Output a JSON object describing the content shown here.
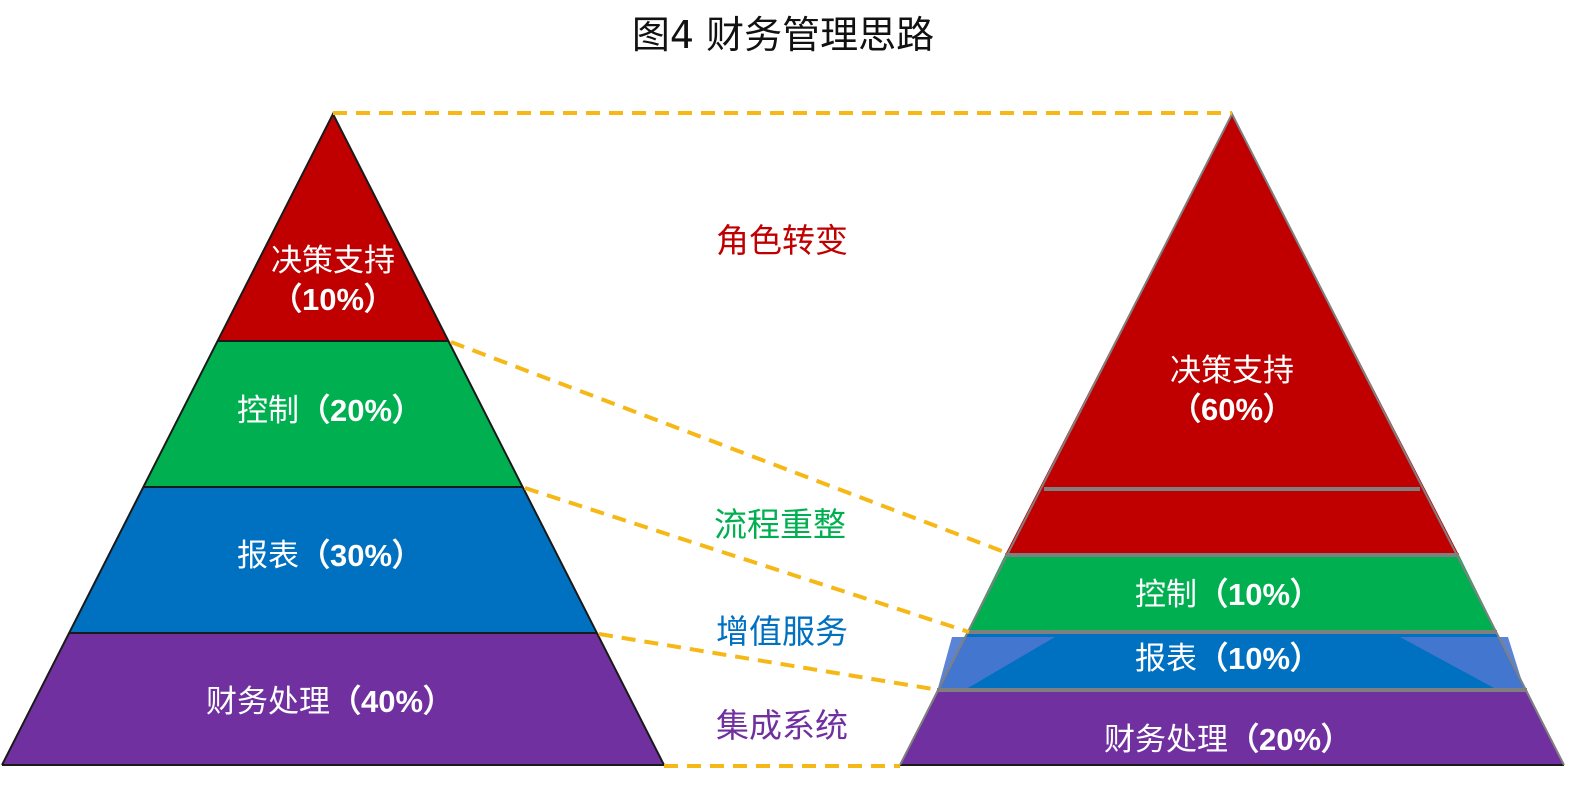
{
  "title": "图4  财务管理思路",
  "colors": {
    "decision": "#c00000",
    "control": "#00b050",
    "report": "#0070c0",
    "processing": "#7030a0",
    "guide": "#f5b816"
  },
  "left_pyramid": {
    "decision": {
      "name": "决策支持",
      "pct": "（10%）"
    },
    "control": {
      "name": "控制",
      "pct": "（20%）"
    },
    "report": {
      "name": "报表",
      "pct": "（30%）"
    },
    "processing": {
      "name": "财务处理",
      "pct": "（40%）"
    }
  },
  "right_pyramid": {
    "decision": {
      "name": "决策支持",
      "pct": "（60%）"
    },
    "control": {
      "name": "控制",
      "pct": "（10%）"
    },
    "report": {
      "name": "报表",
      "pct": "（10%）"
    },
    "processing": {
      "name": "财务处理",
      "pct": "（20%）"
    }
  },
  "transitions": {
    "role_change": "角色转变",
    "process_reorg": "流程重整",
    "value_added": "增值服务",
    "integrated_system": "集成系统"
  }
}
